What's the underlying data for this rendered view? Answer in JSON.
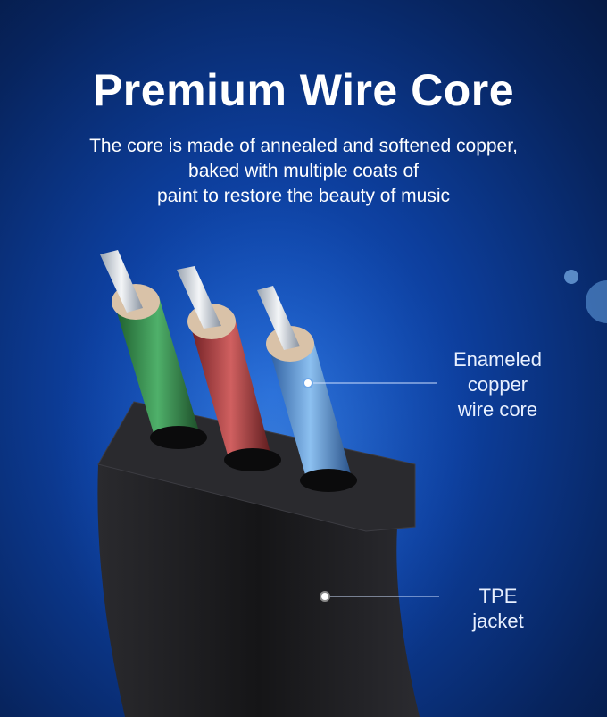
{
  "title": "Premium Wire Core",
  "subtitle": [
    "The core is made of annealed and softened copper,",
    "baked with multiple coats of",
    "paint to restore the beauty of music"
  ],
  "callouts": {
    "core": [
      "Enameled",
      "copper",
      "wire core"
    ],
    "jacket": [
      "TPE",
      "jacket"
    ]
  },
  "colors": {
    "wire_green": "#2f8a45",
    "wire_red": "#b03a3a",
    "wire_blue": "#4f8fd8",
    "jacket": "#1c1c1e"
  }
}
